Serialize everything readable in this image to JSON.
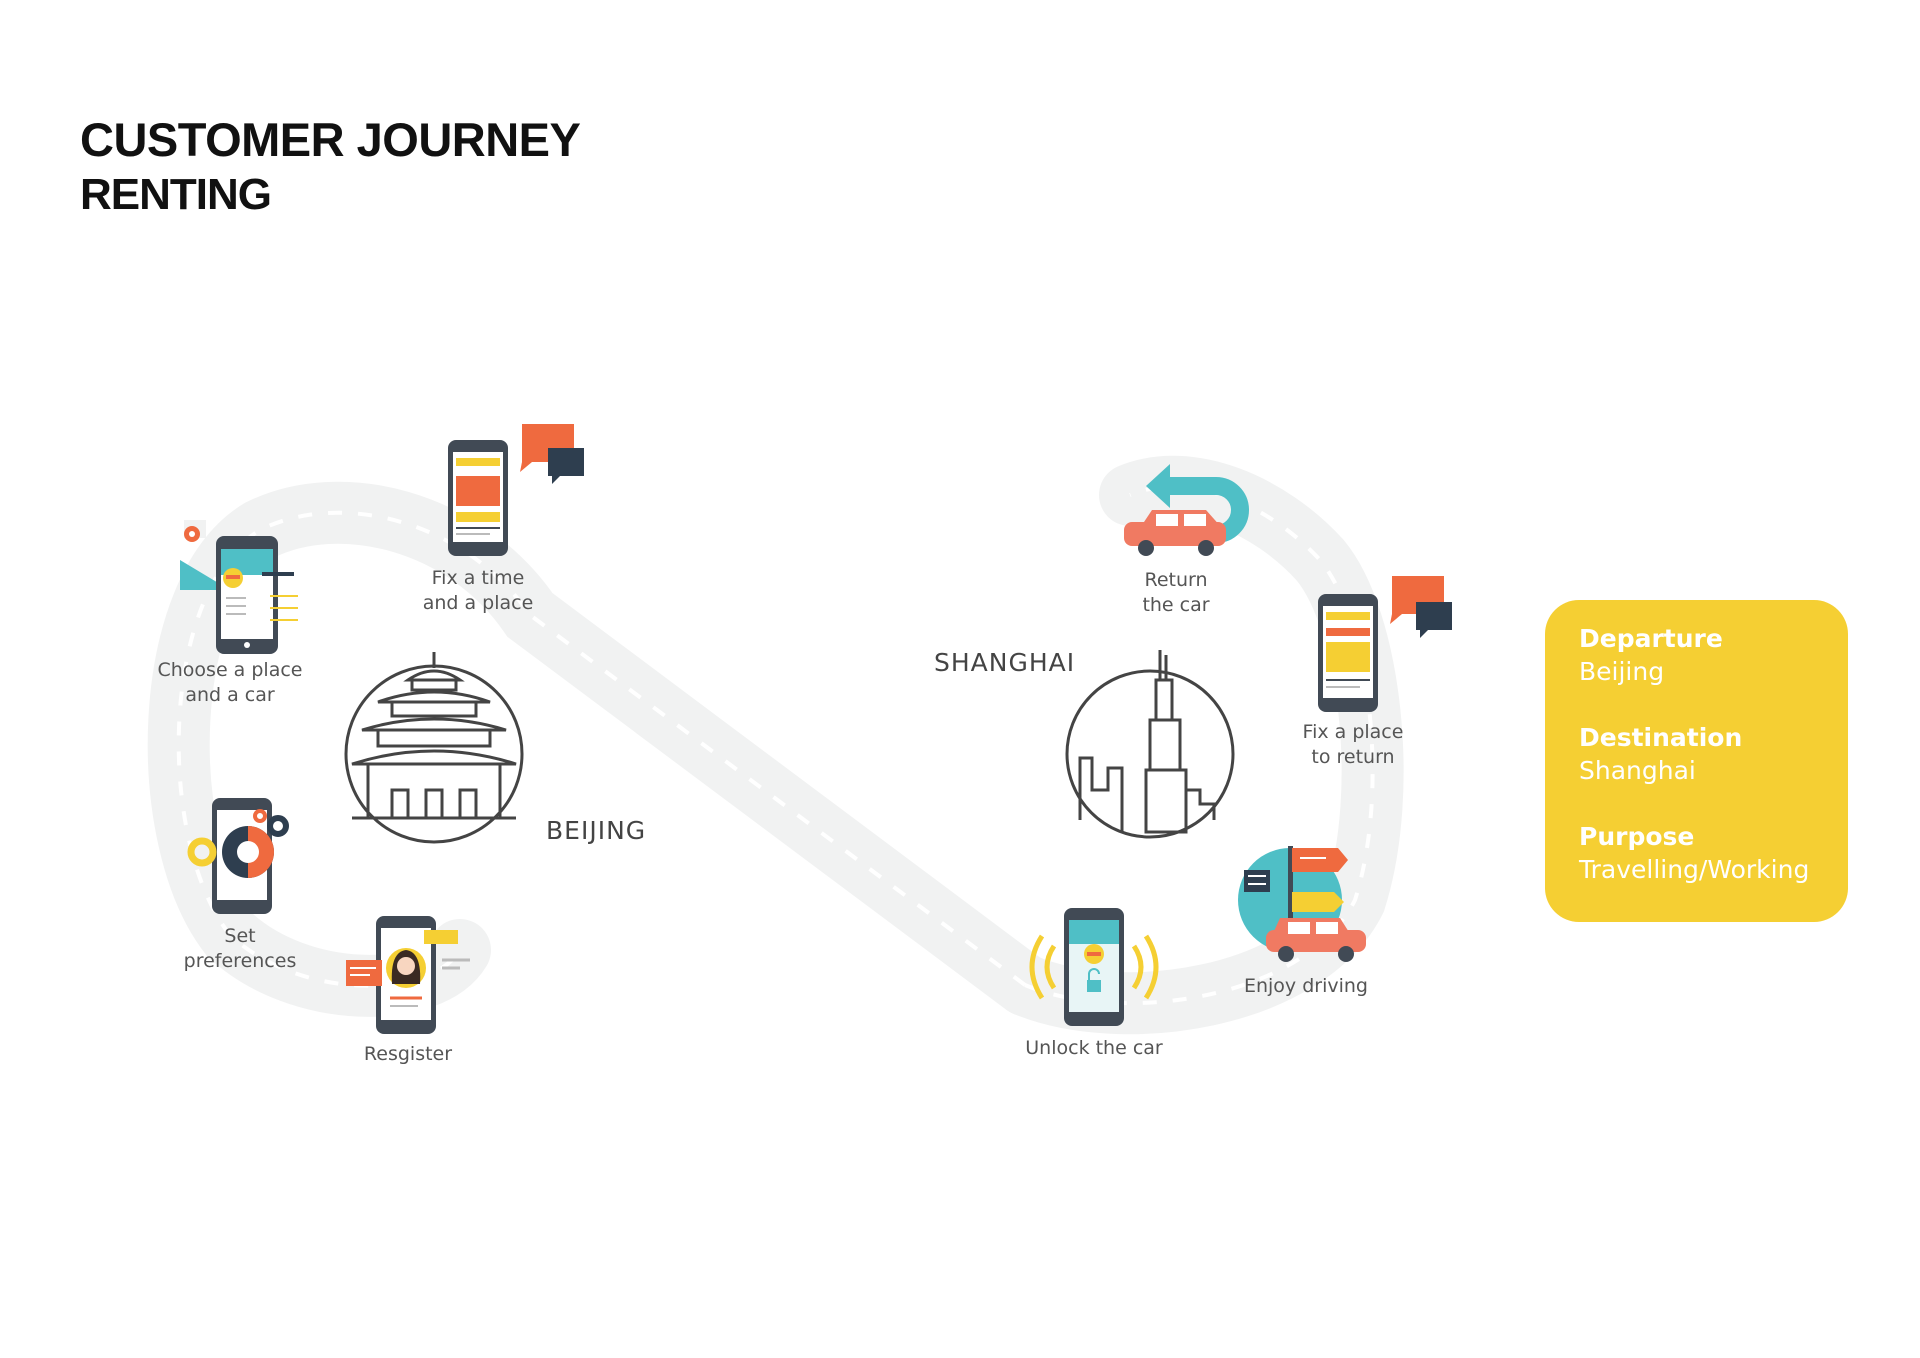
{
  "header": {
    "title": "CUSTOMER JOURNEY",
    "subtitle": "RENTING"
  },
  "cities": {
    "beijing": "BEIJING",
    "shanghai": "SHANGHAI"
  },
  "steps": {
    "choose": {
      "line1": "Choose a place",
      "line2": "and a car"
    },
    "fix_time": {
      "line1": "Fix a time",
      "line2": "and a place"
    },
    "preferences": {
      "line1": "Set",
      "line2": "preferences"
    },
    "register": {
      "line1": "Resgister"
    },
    "unlock": {
      "line1": "Unlock the car"
    },
    "enjoy": {
      "line1": "Enjoy driving"
    },
    "fix_return": {
      "line1": "Fix a place",
      "line2": "to return"
    },
    "return_car": {
      "line1": "Return",
      "line2": "the car"
    }
  },
  "info": {
    "departure_label": "Departure",
    "departure_value": "Beijing",
    "destination_label": "Destination",
    "destination_value": "Shanghai",
    "purpose_label": "Purpose",
    "purpose_value": "Travelling/Working"
  },
  "colors": {
    "road": "#f1f2f2",
    "dash": "#ffffff",
    "phone": "#414a55",
    "screen": "#ffffff",
    "orange": "#ef6a3f",
    "yellow": "#f5cf33",
    "navy": "#2e3e4f",
    "teal": "#4fbfc6",
    "salmon": "#f07a62",
    "line": "#444444"
  }
}
